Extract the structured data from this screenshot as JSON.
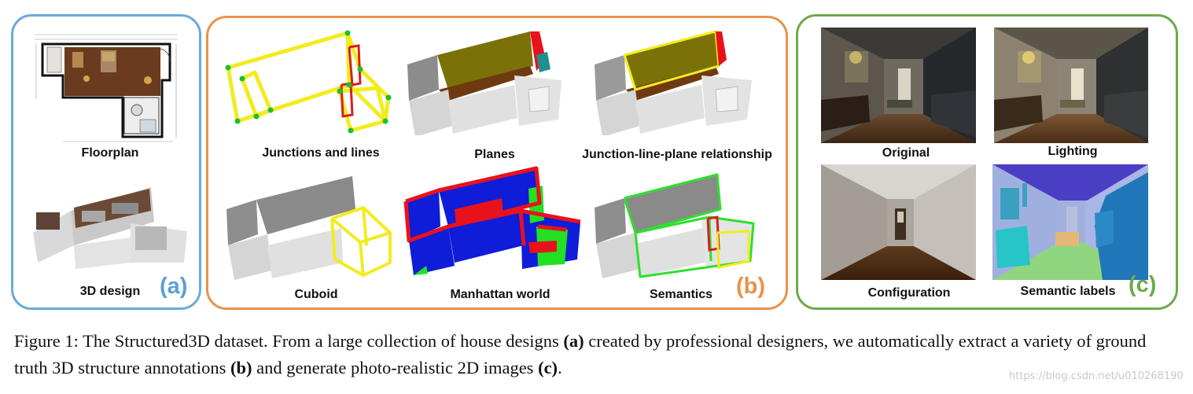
{
  "panel_a": {
    "floorplan_label": "Floorplan",
    "design_label": "3D design",
    "tag": "(a)",
    "tag_color": "#5aa0d6"
  },
  "panel_b": {
    "junctions_label": "Junctions and lines",
    "planes_label": "Planes",
    "relationship_label": "Junction-line-plane relationship",
    "cuboid_label": "Cuboid",
    "manhattan_label": "Manhattan world",
    "semantics_label": "Semantics",
    "tag": "(b)",
    "tag_color": "#e8924a"
  },
  "panel_c": {
    "original_label": "Original",
    "lighting_label": "Lighting",
    "configuration_label": "Configuration",
    "semantic_labels_label": "Semantic labels",
    "tag": "(c)",
    "tag_color": "#6fa94a"
  },
  "caption": {
    "prefix": "Figure 1:  The Structured3D dataset.  From a large collection of house designs ",
    "a": "(a)",
    "mid1": " created by professional designers, we automatically extract a variety of ground truth 3D structure annotations ",
    "b": "(b)",
    "mid2": " and generate photo-realistic 2D images ",
    "c": "(c)",
    "suffix": "."
  },
  "watermark": "https://blog.csdn.net/u010268190"
}
